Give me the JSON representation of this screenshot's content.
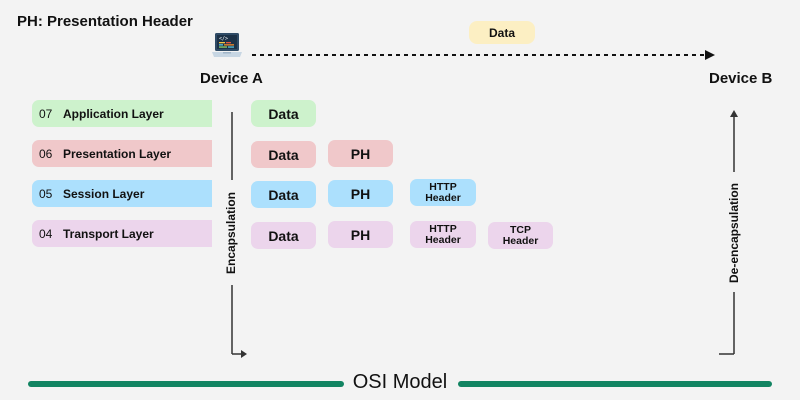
{
  "legend": "PH: Presentation Header",
  "devices": {
    "a": {
      "label": "Device A",
      "icon": "laptop-icon"
    },
    "b": {
      "label": "Device B"
    }
  },
  "transfer": {
    "label": "Data"
  },
  "colors": {
    "application": "#cdf2cc",
    "presentation": "#f0c8ca",
    "session": "#ace0fd",
    "transport": "#ecd5ec",
    "data_badge": "#fcefc3",
    "footer_line": "#128462",
    "background": "#f3f3f3"
  },
  "layers": [
    {
      "num": "07",
      "name": "Application Layer",
      "chips": [
        "Data"
      ]
    },
    {
      "num": "06",
      "name": "Presentation Layer",
      "chips": [
        "Data",
        "PH"
      ]
    },
    {
      "num": "05",
      "name": "Session Layer",
      "chips": [
        "Data",
        "PH",
        "HTTP Header"
      ]
    },
    {
      "num": "04",
      "name": "Transport Layer",
      "chips": [
        "Data",
        "PH",
        "HTTP Header",
        "TCP Header"
      ]
    }
  ],
  "encapsulation_label": "Encapsulation",
  "deencapsulation_label": "De-encapsulation",
  "footer": {
    "title": "OSI Model"
  }
}
